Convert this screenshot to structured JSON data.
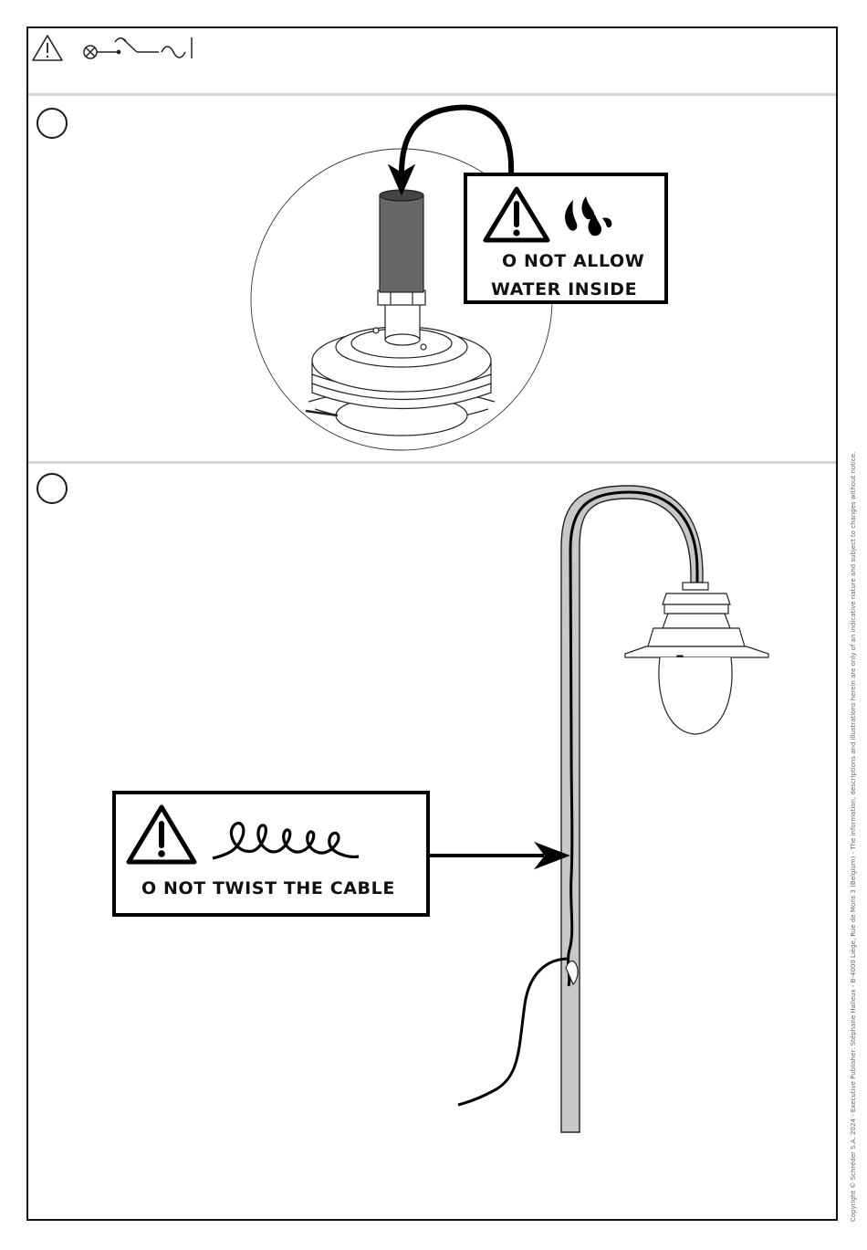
{
  "header": {
    "icons": [
      "warning-triangle-icon",
      "lamp-switch-mains-icon"
    ]
  },
  "step1": {
    "warning_line1": "O NOT ALLOW",
    "warning_line2": "WATER INSIDE",
    "icons": [
      "warning-triangle-icon",
      "water-drops-icon",
      "curved-arrow-icon"
    ]
  },
  "step2": {
    "warning_text": "O NOT TWIST THE CABLE",
    "icons": [
      "warning-triangle-icon",
      "twisted-cable-icon",
      "arrow-right-icon"
    ]
  },
  "footer": {
    "copyright": "Copyright © Schréder S.A. 2024 - Executive Publisher: Stéphane Halleux - B-4000 Liège, Rue de Mons 3 (Belgium) - The information, descriptions and illustrations herein are only of an indicative nature and subject to changes without notice."
  },
  "colors": {
    "frame": "#111111",
    "divider": "#d4d4d4",
    "pole_fill": "#c8c8c8",
    "tube_fill": "#666666"
  }
}
